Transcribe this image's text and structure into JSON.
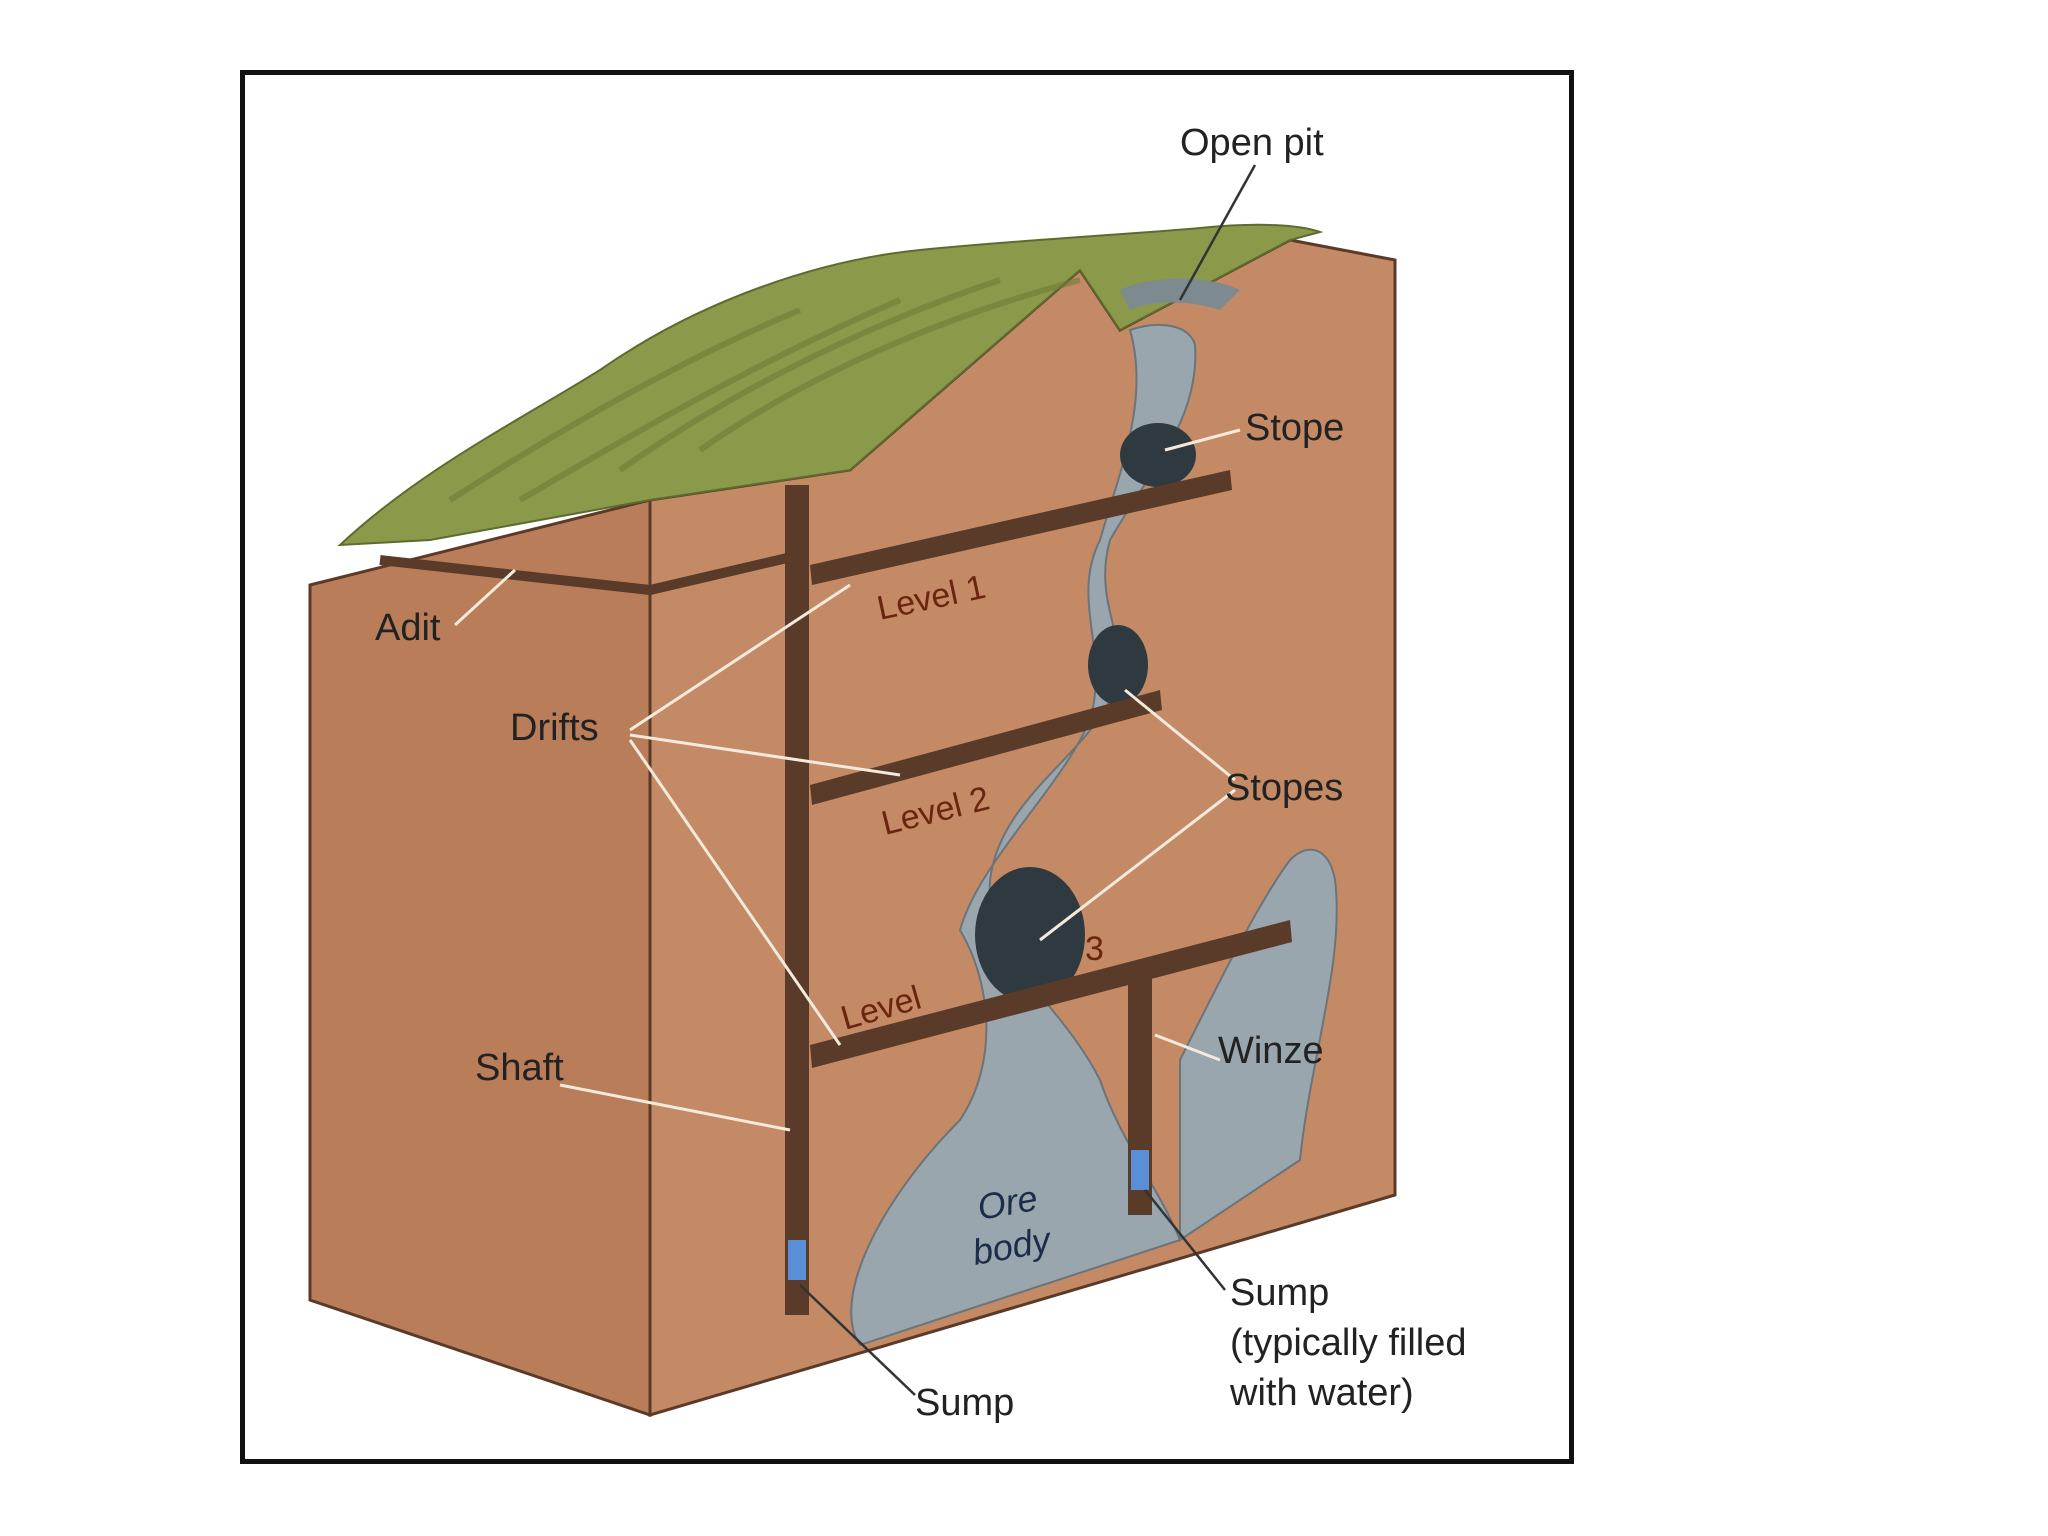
{
  "diagram": {
    "colors": {
      "rock": "#c48a66",
      "rock_dark": "#a86f50",
      "grass": "#8a9a4a",
      "ore": "#9aa6ad",
      "tunnel": "#5a3a28",
      "water": "#5a8fd8"
    },
    "labels": {
      "open_pit": "Open pit",
      "stope": "Stope",
      "adit": "Adit",
      "level_1": "Level 1",
      "drifts": "Drifts",
      "level_2": "Level 2",
      "stopes": "Stopes",
      "level_3_word": "Level",
      "level_3_num": "3",
      "winze": "Winze",
      "shaft": "Shaft",
      "ore_line1": "Ore",
      "ore_line2": "body",
      "sump_left": "Sump",
      "sump_right_line1": "Sump",
      "sump_right_line2": "(typically filled",
      "sump_right_line3": "with water)"
    }
  }
}
